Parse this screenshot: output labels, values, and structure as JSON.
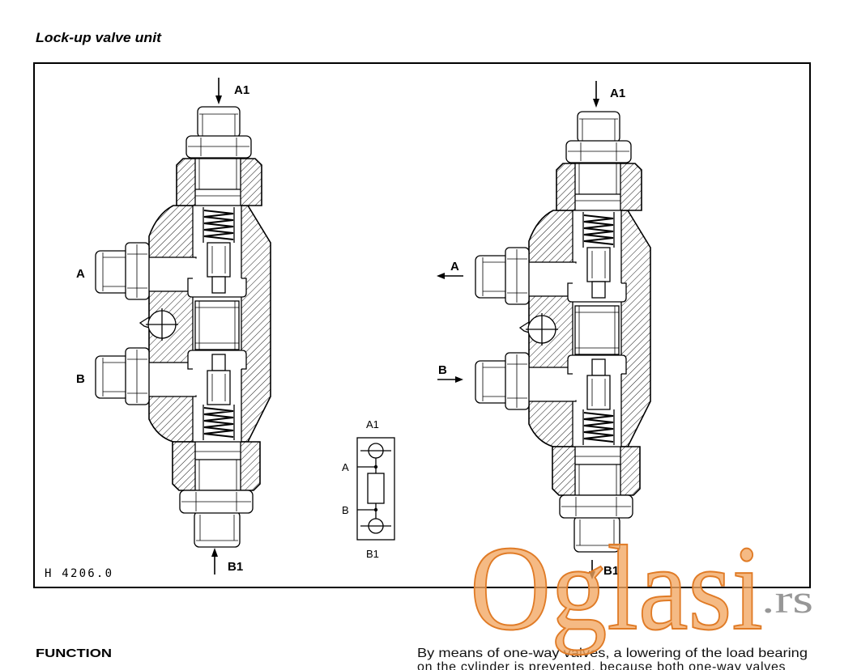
{
  "title": "Lock-up valve unit",
  "diagram": {
    "left_view": {
      "label_a1": "A1",
      "label_a": "A",
      "label_b": "B",
      "label_b1": "B1",
      "drawing_number": "H 4206.0"
    },
    "symbol": {
      "label_a1": "A1",
      "label_a": "A",
      "label_b": "B",
      "label_b1": "B1"
    },
    "right_view": {
      "label_a1": "A1",
      "label_a": "A",
      "label_b": "B",
      "label_b1": "B1"
    }
  },
  "watermark": {
    "brand": "Oglasi",
    "suffix": ".rs"
  },
  "function_section": {
    "heading": "FUNCTION",
    "text_lines": [
      "By means of one-way valves, a lowering of the load bearing",
      "on the cylinder is prevented, because both one-way valves"
    ]
  },
  "colors": {
    "line": "#000000",
    "background": "#ffffff",
    "watermark_orange": "#f2a662",
    "watermark_gray": "#8c8c8c"
  }
}
